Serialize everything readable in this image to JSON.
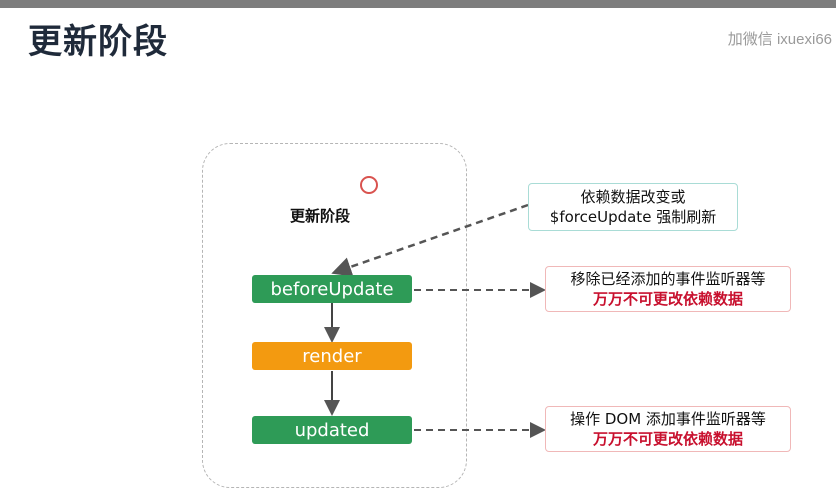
{
  "slide": {
    "title": "更新阶段",
    "watermark": "加微信 ixuexi66"
  },
  "diagram": {
    "stage_label": "更新阶段",
    "trigger_note": {
      "line1": "依赖数据改变或",
      "line2": "$forceUpdate 强制刷新"
    },
    "nodes": {
      "before_update": "beforeUpdate",
      "render": "render",
      "updated": "updated"
    },
    "before_update_note": {
      "line1": "移除已经添加的事件监听器等",
      "line2": "万万不可更改依赖数据"
    },
    "updated_note": {
      "line1": "操作 DOM 添加事件监听器等",
      "line2": "万万不可更改依赖数据"
    }
  },
  "colors": {
    "node_green": "#2e9b57",
    "node_orange": "#f39a10",
    "warning_red": "#c8102e",
    "marker_red": "#d9534f"
  }
}
